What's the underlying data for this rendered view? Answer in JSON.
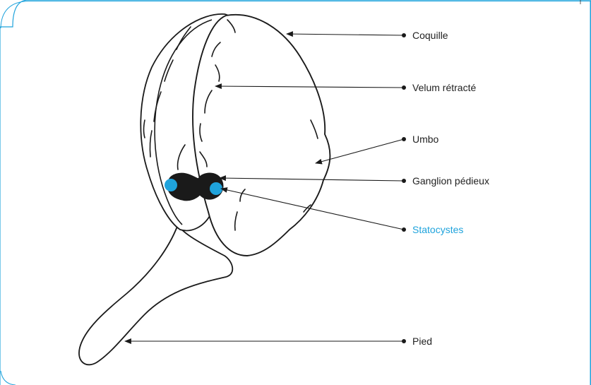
{
  "diagram": {
    "labels": [
      {
        "id": "coquille",
        "text": "Coquille",
        "color": "#222222"
      },
      {
        "id": "velum",
        "text": "Velum rétracté",
        "color": "#222222"
      },
      {
        "id": "umbo",
        "text": "Umbo",
        "color": "#222222"
      },
      {
        "id": "ganglion",
        "text": "Ganglion pédieux",
        "color": "#222222"
      },
      {
        "id": "statocystes",
        "text": "Statocystes",
        "color": "#1fa3dc"
      },
      {
        "id": "pied",
        "text": "Pied",
        "color": "#222222"
      }
    ]
  },
  "colors": {
    "frame": "#1fa3dc",
    "outline": "#1a1a1a",
    "ganglion_fill": "#1a1a1a",
    "statocyst_fill": "#1fa3dc"
  }
}
